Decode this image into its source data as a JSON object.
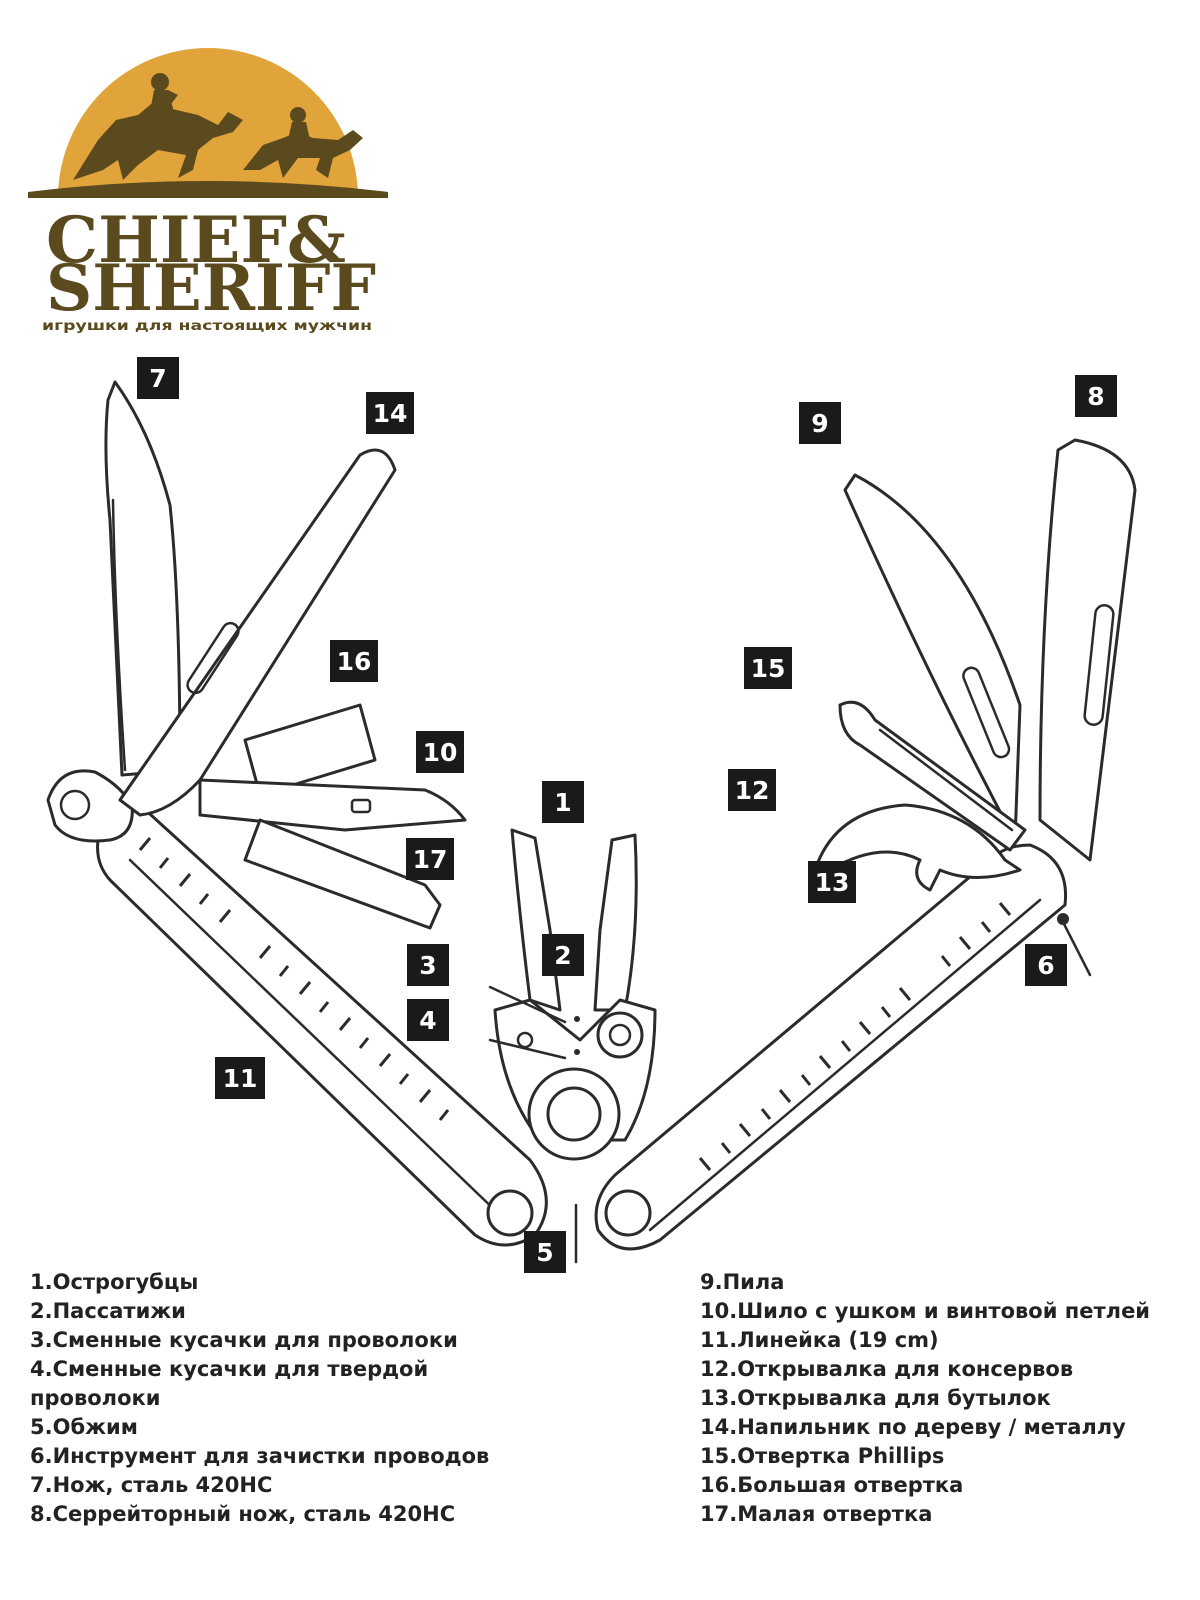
{
  "logo": {
    "brand_line1": "CHIEF&",
    "brand_line2": "SHERIFF",
    "tagline": "игрушки для настоящих мужчин"
  },
  "colors": {
    "logo_sun": "#e0a43a",
    "logo_brown": "#5b4a1e",
    "callout_bg": "#1a1a1a",
    "outline": "#2b2b2b"
  },
  "diagram": {
    "callouts": [
      "1",
      "2",
      "3",
      "4",
      "5",
      "6",
      "7",
      "8",
      "9",
      "10",
      "11",
      "12",
      "13",
      "14",
      "15",
      "16",
      "17"
    ]
  },
  "legend": {
    "left": [
      "1.Острогубцы",
      "2.Пассатижи",
      "3.Сменные кусачки для проволоки",
      "4.Сменные кусачки для твердой проволоки",
      "5.Обжим",
      "6.Инструмент для зачистки проводов",
      "7.Нож, сталь 420HC",
      "8.Серрейторный нож, сталь 420HC"
    ],
    "right": [
      "9.Пила",
      "10.Шило с ушком и винтовой петлей",
      "11.Линейка (19 cm)",
      "12.Открывалка для консервов",
      "13.Открывалка для бутылок",
      "14.Напильник по дереву / металлу",
      "15.Отвертка Phillips",
      "16.Большая отвертка",
      "17.Малая отвертка"
    ]
  }
}
